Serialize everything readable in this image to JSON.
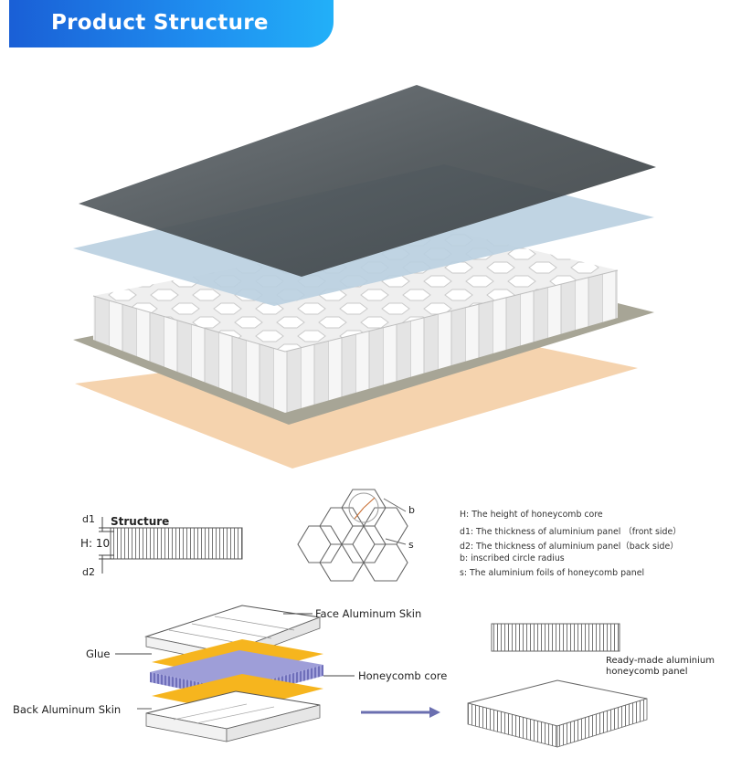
{
  "header": {
    "title": "Product Structure"
  },
  "structure_section": {
    "title": "Structure",
    "d1_label": "d1",
    "h_label": "H: 10",
    "d2_label": "d2",
    "b_label": "b",
    "s_label": "s"
  },
  "legend": [
    "H: The height of honeycomb core",
    "d1: The thickness of aluminium panel （front side）",
    "d2: The thickness of aluminium panel（back side）",
    "b: inscribed circle radius",
    "s: The aluminium foils of  honeycomb panel"
  ],
  "assembly": {
    "face_skin": "Face Aluminum Skin",
    "glue": "Glue",
    "core": "Honeycomb core",
    "back_skin": "Back Aluminum Skin",
    "ready_made_line1": "Ready-made aluminium",
    "ready_made_line2": "honeycomb panel"
  },
  "colors": {
    "banner_start": "#1a5fd6",
    "banner_end": "#22b0f8",
    "top_panel": "#4b5256",
    "blue_layer": "#b9cfe0",
    "gray_base": "#a7a596",
    "peach_layer": "#f5d3ae",
    "glue": "#f6b51e",
    "core": "#8f8fd2"
  },
  "icons": [
    "arrow-right-icon",
    "hexagon-grid-icon"
  ]
}
